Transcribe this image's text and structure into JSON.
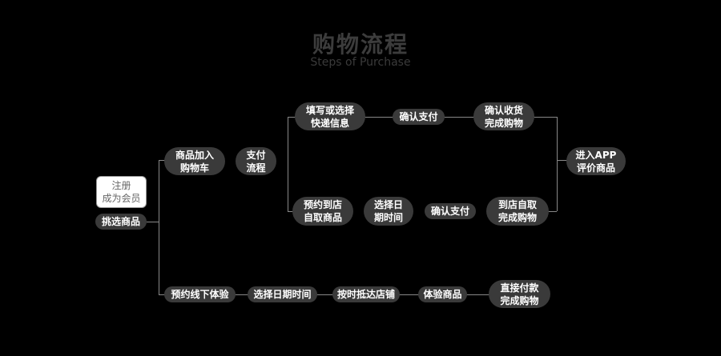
{
  "title": "购物流程",
  "subtitle": "Steps of Purchase",
  "nodes": {
    "register": "注册\n成为会员",
    "pick": "挑选商品",
    "cart": "商品加入\n购物车",
    "pay_flow": "支付\n流程",
    "express": "填写或选择\n快递信息",
    "confirm_pay_1": "确认支付",
    "receive": "确认收货\n完成购物",
    "review": "进入APP\n评价商品",
    "reserve_pickup": "预约到店\n自取商品",
    "choose_date_1": "选择日\n期时间",
    "confirm_pay_2": "确认支付",
    "store_pickup": "到店自取\n完成购物",
    "offline": "预约线下体验",
    "choose_date_2": "选择日期时间",
    "arrive": "按时抵达店铺",
    "experience": "体验商品",
    "direct_pay": "直接付款\n完成购物"
  }
}
